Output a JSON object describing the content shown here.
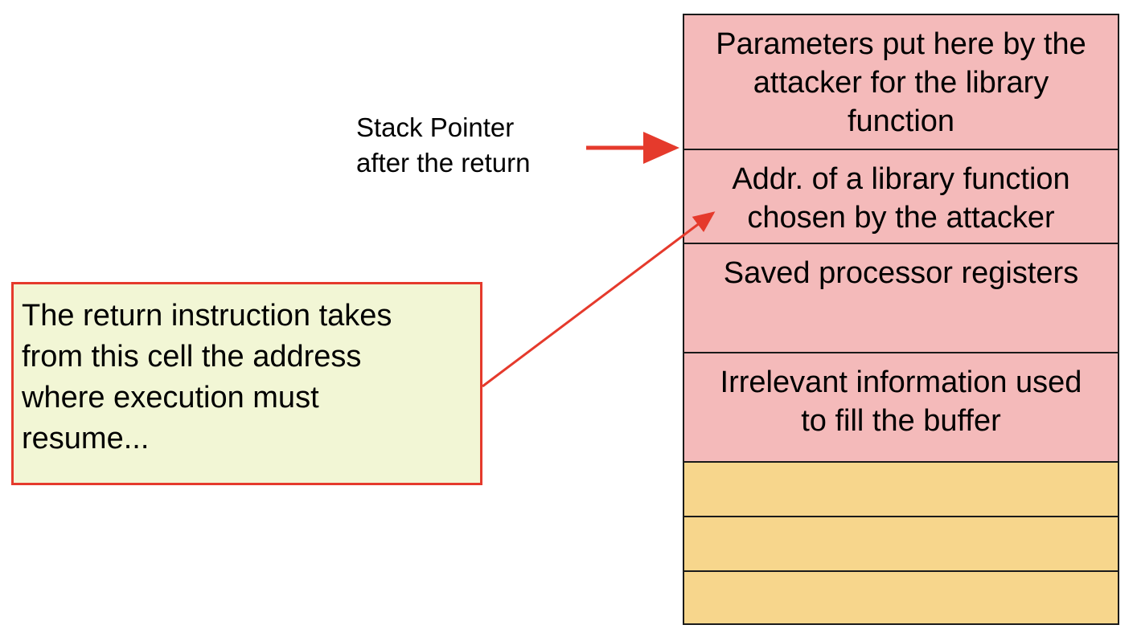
{
  "stack_pointer_label": "Stack Pointer\nafter the return",
  "callout_text": "The return instruction takes\nfrom this cell the address\nwhere execution must\nresume...",
  "stack_cells": {
    "parameters": "Parameters put here by the\nattacker for the library\nfunction",
    "library_address": "Addr. of a library function\nchosen by the attacker",
    "saved_registers": "Saved processor registers",
    "irrelevant_info": "Irrelevant information used\nto fill the buffer",
    "empty_1": "",
    "empty_2": "",
    "empty_3": ""
  },
  "colors": {
    "attack_cell": "#f4baba",
    "normal_cell": "#f7d68c",
    "callout_fill": "#f2f6d5",
    "arrow": "#e53a2c"
  }
}
